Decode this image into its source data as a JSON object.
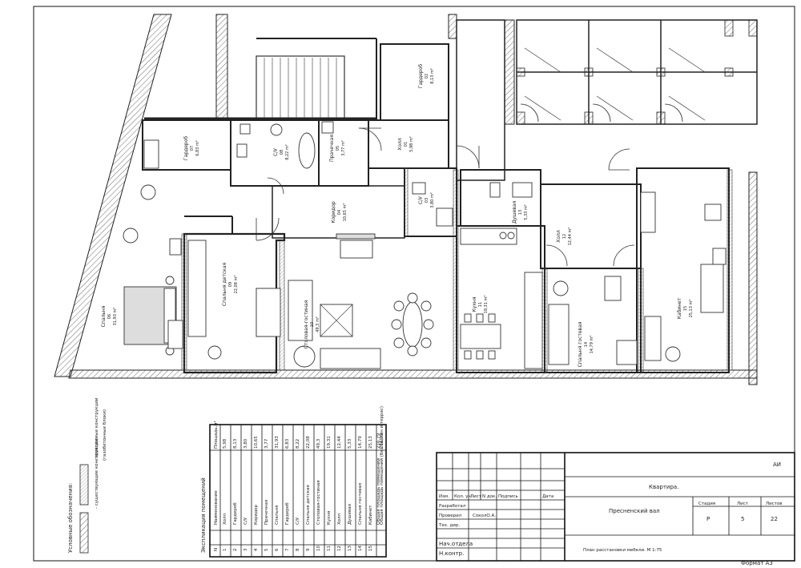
{
  "rooms": [
    {
      "id": "hall-01",
      "name": "Холл",
      "num": "01",
      "area": "5,98 m²"
    },
    {
      "id": "wardrobe-02",
      "name": "Гардероб",
      "num": "02",
      "area": "8,13 m²"
    },
    {
      "id": "wardrobe-07",
      "name": "Гардероб",
      "num": "07",
      "area": "6,83 m²"
    },
    {
      "id": "wc-08",
      "name": "С/У",
      "num": "08",
      "area": "8,22 m²"
    },
    {
      "id": "laundry-05",
      "name": "Прачечная",
      "num": "05",
      "area": "3,77 m²"
    },
    {
      "id": "corridor-04",
      "name": "Коридор",
      "num": "04",
      "area": "10,65 m²"
    },
    {
      "id": "wc-03",
      "name": "С/У",
      "num": "03",
      "area": "3,80 m²"
    },
    {
      "id": "shower-13",
      "name": "Душевая",
      "num": "13",
      "area": "5,33 m²"
    },
    {
      "id": "hall-12",
      "name": "Холл",
      "num": "12",
      "area": "12,44 m²"
    },
    {
      "id": "bedroom-09",
      "name": "Спальня детская",
      "num": "09",
      "area": "22,08 m²"
    },
    {
      "id": "bedroom-06",
      "name": "Спальня",
      "num": "06",
      "area": "31,93 m²"
    },
    {
      "id": "living-10",
      "name": "Столовая-гостиная",
      "num": "10",
      "area": "49,3 m²"
    },
    {
      "id": "kitchen-11",
      "name": "Кухня",
      "num": "11",
      "area": "19,31 m²"
    },
    {
      "id": "guest-14",
      "name": "Спальня гостевая",
      "num": "14",
      "area": "14,79 m²"
    },
    {
      "id": "study-15",
      "name": "Кабинет",
      "num": "15",
      "area": "25,13 m²"
    }
  ],
  "legend": {
    "title": "Условные обозначения:",
    "existing": "- существующие конструкции;",
    "new": "- возводимые конструкции",
    "new_note": "(газобетонные блоки)"
  },
  "explication": {
    "title": "Экспликация помещений",
    "col_num": "N",
    "col_name": "Наименование",
    "col_area": "Площадь,м²",
    "rows": [
      {
        "n": "1",
        "name": "Холл",
        "area": "5,98"
      },
      {
        "n": "2",
        "name": "Гардероб",
        "area": "8,13"
      },
      {
        "n": "3",
        "name": "С/У",
        "area": "3,80"
      },
      {
        "n": "4",
        "name": "Коридор",
        "area": "10,65"
      },
      {
        "n": "5",
        "name": "Прачечная",
        "area": "3,77"
      },
      {
        "n": "6",
        "name": "Спальня",
        "area": "31,93"
      },
      {
        "n": "7",
        "name": "Гардероб",
        "area": "6,83"
      },
      {
        "n": "8",
        "name": "С/У",
        "area": "8,22"
      },
      {
        "n": "9",
        "name": "Спальня детская",
        "area": "22,08"
      },
      {
        "n": "10",
        "name": "Столовая-гостиная",
        "area": "49,3"
      },
      {
        "n": "11",
        "name": "Кухня",
        "area": "19,31"
      },
      {
        "n": "12",
        "name": "Холл",
        "area": "12,44"
      },
      {
        "n": "13",
        "name": "Душевая",
        "area": "5,33"
      },
      {
        "n": "14",
        "name": "Спальня гостевая",
        "area": "14,79"
      },
      {
        "n": "15",
        "name": "Кабинет",
        "area": "25,13"
      },
      {
        "n": "",
        "name": "Общая площадь помещений",
        "area": "216,79"
      },
      {
        "n": "",
        "name": "Общая площадь помещений (без балкон и террас)",
        "area": "216,79"
      }
    ]
  },
  "title_block": {
    "code": "АИ",
    "object": "Квартира.",
    "address": "Пресненский вал",
    "sheet_title": "План расстановки мебели. М 1:75",
    "hdr_izm": "Изм.",
    "hdr_kol": "Кол. уч.",
    "hdr_list": "Лист",
    "hdr_doc": "N док.",
    "hdr_sign": "Подпись",
    "hdr_date": "Дата",
    "row_dev": "Разработал",
    "row_check": "Проверил",
    "row_check_name": "СоколО.А.",
    "row_tech": "Тех. дир.",
    "row_head": "Нач.отдела",
    "row_ncontr": "Н.контр.",
    "stage_label": "Стадия",
    "sheet_label": "Лист",
    "sheets_label": "Листов",
    "stage": "Р",
    "sheet": "5",
    "sheets": "22",
    "format": "Формат  А3"
  }
}
